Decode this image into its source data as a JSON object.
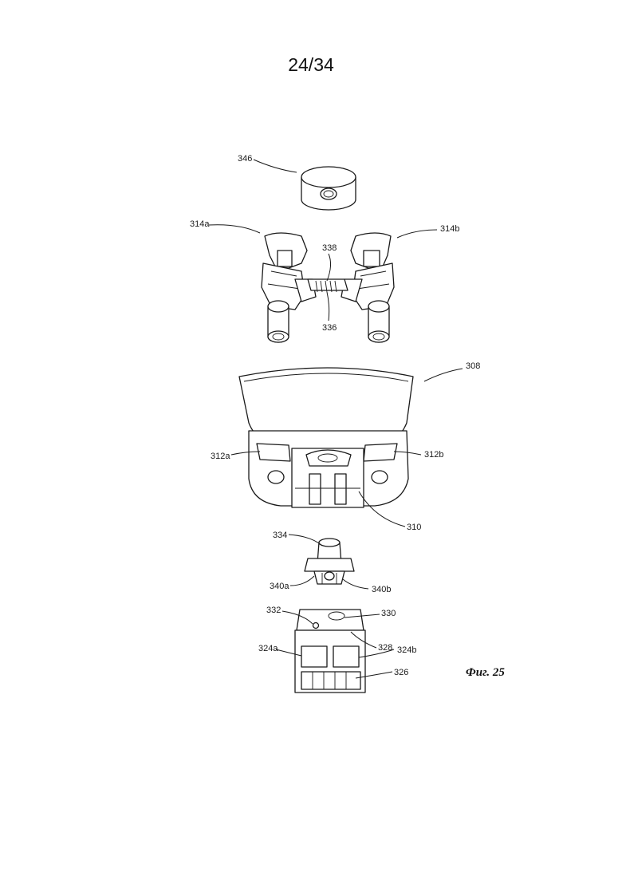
{
  "page": {
    "number": "24/34"
  },
  "figure": {
    "caption": "Фиг. 25"
  },
  "references": {
    "r346": "346",
    "r314a": "314a",
    "r314b": "314b",
    "r338": "338",
    "r336": "336",
    "r308": "308",
    "r312a": "312a",
    "r312b": "312b",
    "r310": "310",
    "r334": "334",
    "r340a": "340a",
    "r340b": "340b",
    "r332": "332",
    "r330": "330",
    "r328": "328",
    "r324a": "324a",
    "r324b": "324b",
    "r326": "326"
  }
}
